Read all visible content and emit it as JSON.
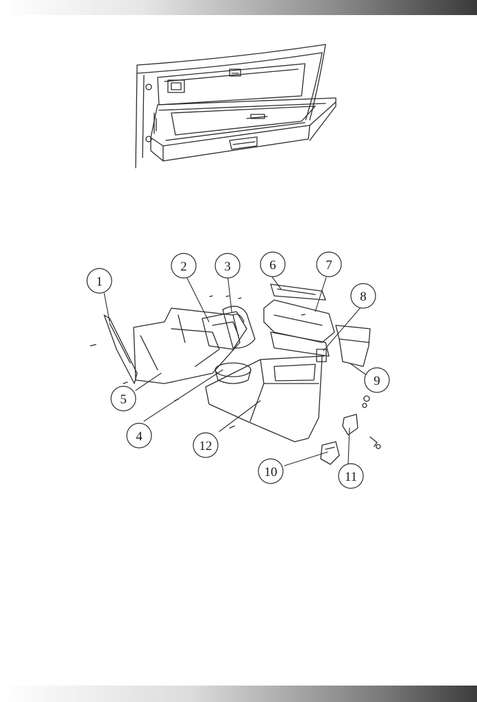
{
  "figure_top": {
    "subject": "glove-box-open"
  },
  "figure_bottom": {
    "subject": "center-console-exploded-view",
    "callouts": [
      "1",
      "2",
      "3",
      "4",
      "5",
      "6",
      "7",
      "8",
      "9",
      "10",
      "11",
      "12"
    ]
  }
}
